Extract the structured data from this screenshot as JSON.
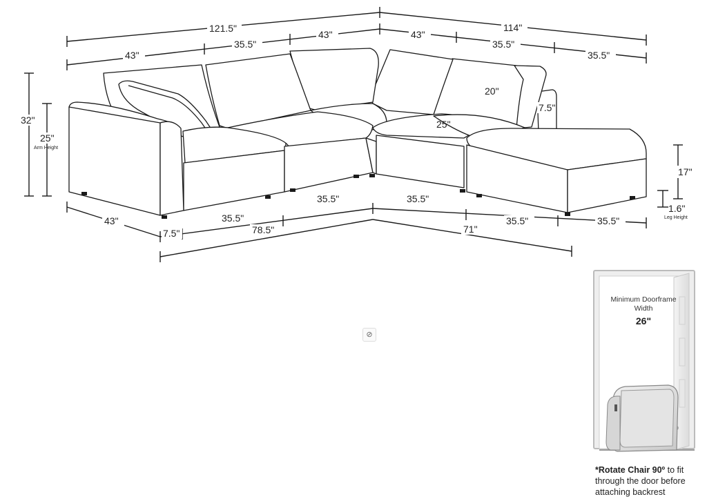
{
  "dimensions": {
    "top_left_total": "121.5\"",
    "top_right_total": "114\"",
    "top_left_a": "43\"",
    "top_left_b": "35.5\"",
    "top_left_c": "43\"",
    "top_right_a": "43\"",
    "top_right_b": "35.5\"",
    "top_right_c": "35.5\"",
    "height_total": "32\"",
    "arm_height": "25\"",
    "arm_height_label": "Arm Height",
    "back_height": "20\"",
    "arm_width_right": "7.5\"",
    "seat_depth": "25\"",
    "ottoman_height": "17\"",
    "leg_height": "1.6\"",
    "leg_height_label": "Leg Height",
    "bottom_left_depth": "43\"",
    "bottom_arm": "7.5\"",
    "bottom_seat_a": "35.5\"",
    "bottom_seat_b": "35.5\"",
    "bottom_left_total": "78.5\"",
    "bottom_right_a": "35.5\"",
    "bottom_right_b": "35.5\"",
    "bottom_right_c": "35.5\"",
    "bottom_right_total": "71\""
  },
  "door": {
    "title": "Minimum Doorframe Width",
    "width": "26\"",
    "note_bold": "*Rotate Chair 90º",
    "note_rest": " to fit through the door before attaching backrest"
  },
  "center_icon": "no-image-icon"
}
